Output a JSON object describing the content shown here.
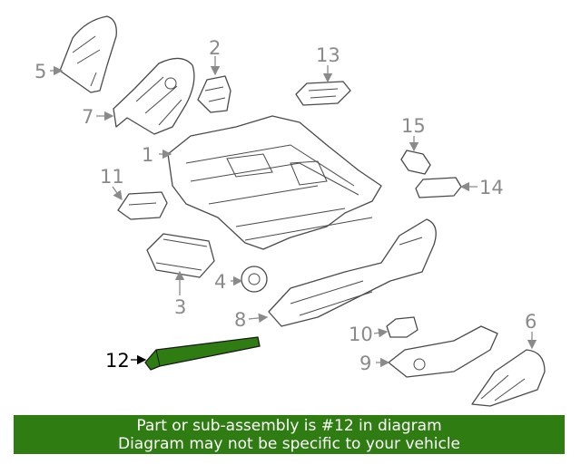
{
  "callouts": {
    "c1": "1",
    "c2": "2",
    "c3": "3",
    "c4": "4",
    "c5": "5",
    "c6": "6",
    "c7": "7",
    "c8": "8",
    "c9": "9",
    "c10": "10",
    "c11": "11",
    "c12": "12",
    "c13": "13",
    "c14": "14",
    "c15": "15"
  },
  "highlight": {
    "part": "12",
    "color": "#2f7d12"
  },
  "banner": {
    "line1": "Part or sub-assembly is #12 in diagram",
    "line2": "Diagram may not be specific to your vehicle",
    "background": "#2f7d12"
  }
}
